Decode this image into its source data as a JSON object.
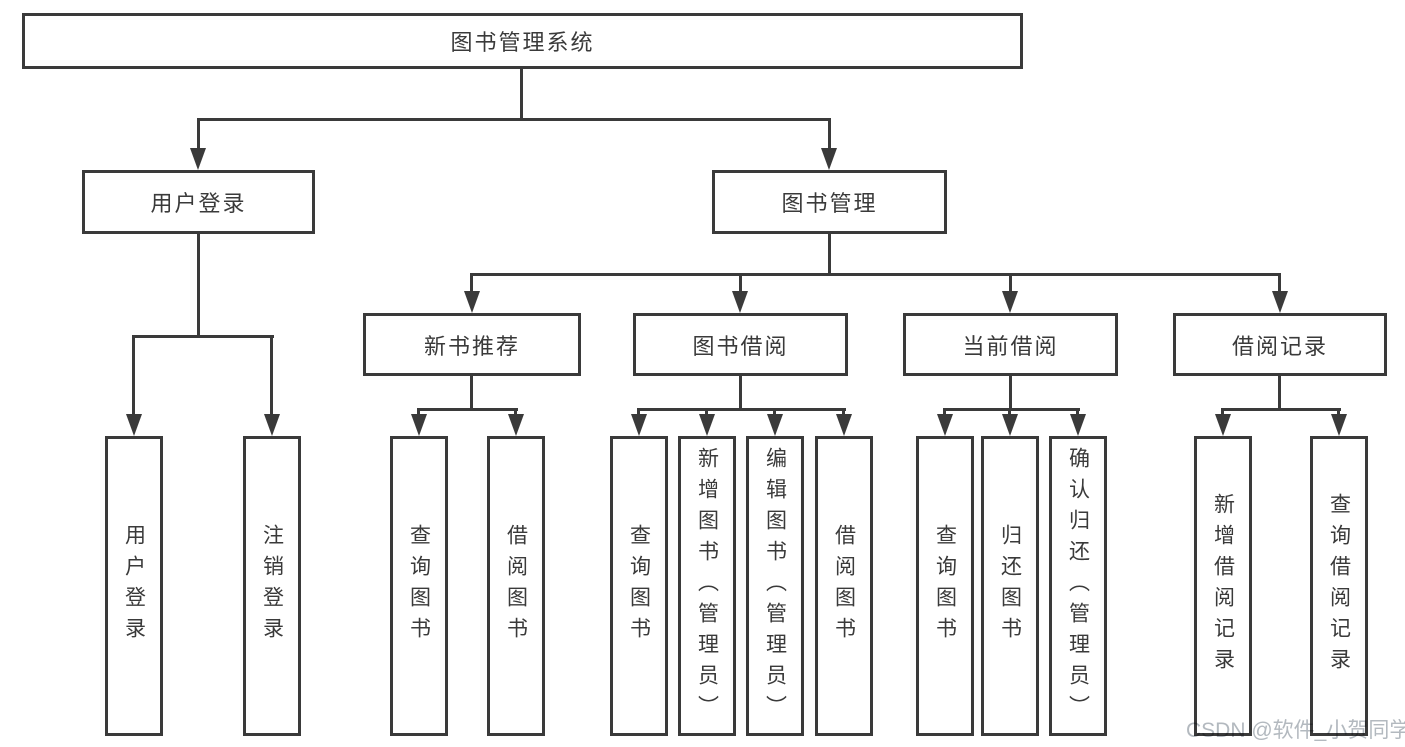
{
  "diagram": {
    "root": "图书管理系统",
    "user_login": "用户登录",
    "book_management": "图书管理",
    "new_book_recommend": "新书推荐",
    "book_borrow": "图书借阅",
    "current_borrow": "当前借阅",
    "borrow_records": "借阅记录",
    "leaves": {
      "user_login": [
        "用户登录",
        "注销登录"
      ],
      "new_book_recommend": [
        "查询图书",
        "借阅图书"
      ],
      "book_borrow": [
        "查询图书",
        "新增图书（管理员）",
        "编辑图书（管理员）",
        "借阅图书"
      ],
      "current_borrow": [
        "查询图书",
        "归还图书",
        "确认归还（管理员）"
      ],
      "borrow_records": [
        "新增借阅记录",
        "查询借阅记录"
      ]
    }
  },
  "watermark": "CSDN @软件_小贺同学",
  "colors": {
    "line": "#3a3a3a",
    "text": "#3a3a3a",
    "background": "#ffffff",
    "watermark": "#b3b9bf"
  }
}
